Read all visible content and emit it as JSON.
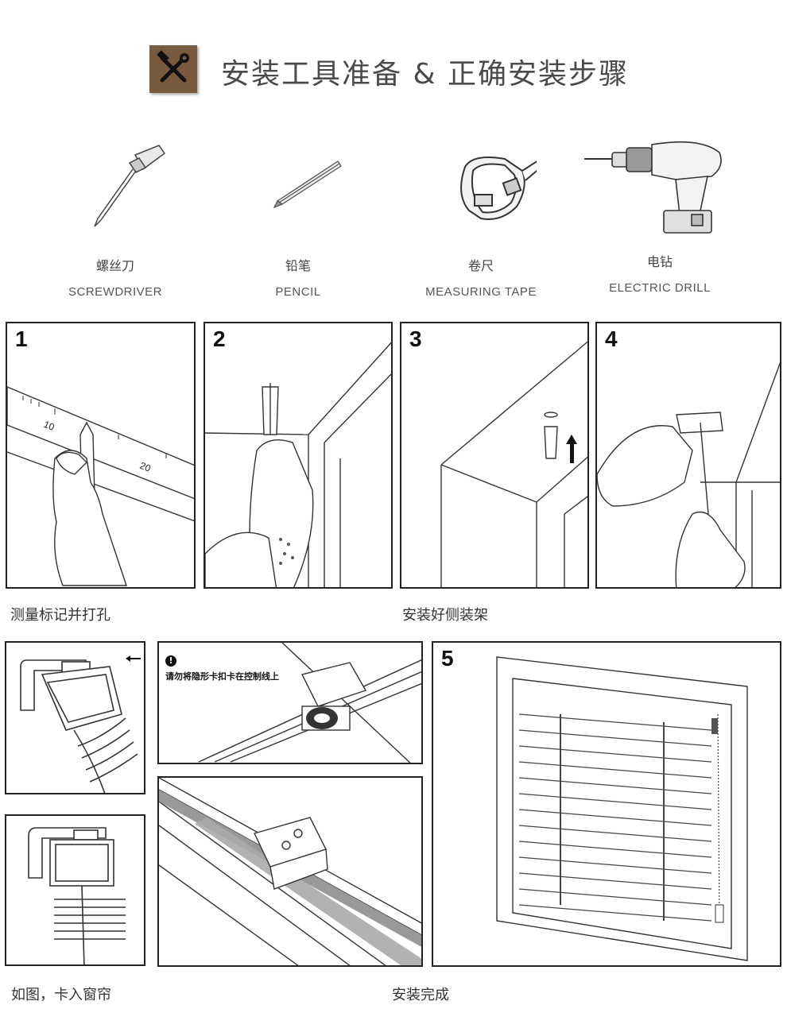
{
  "header": {
    "title": "安装工具准备 & 正确安装步骤",
    "icon": "tools-icon",
    "icon_color": "#7a5a3f"
  },
  "tools": [
    {
      "cn": "螺丝刀",
      "en": "SCREWDRIVER",
      "icon": "screwdriver-icon"
    },
    {
      "cn": "铅笔",
      "en": "PENCIL",
      "icon": "pencil-icon"
    },
    {
      "cn": "卷尺",
      "en": "MEASURING TAPE",
      "icon": "measuring-tape-icon"
    },
    {
      "cn": "电钻",
      "en": "ELECTRIC DRILL",
      "icon": "electric-drill-icon"
    }
  ],
  "steps": [
    {
      "number": "1"
    },
    {
      "number": "2"
    },
    {
      "number": "3"
    },
    {
      "number": "4"
    },
    {
      "number": "5"
    }
  ],
  "ruler_ticks": [
    "10",
    "20"
  ],
  "captions": {
    "mark_and_drill": "测量标记并打孔",
    "install_bracket": "安装好侧装架",
    "clip_in": "如图，卡入窗帘",
    "complete": "安装完成"
  },
  "warning": {
    "symbol": "!",
    "text": "请勿将隐形卡扣卡在控制线上"
  }
}
